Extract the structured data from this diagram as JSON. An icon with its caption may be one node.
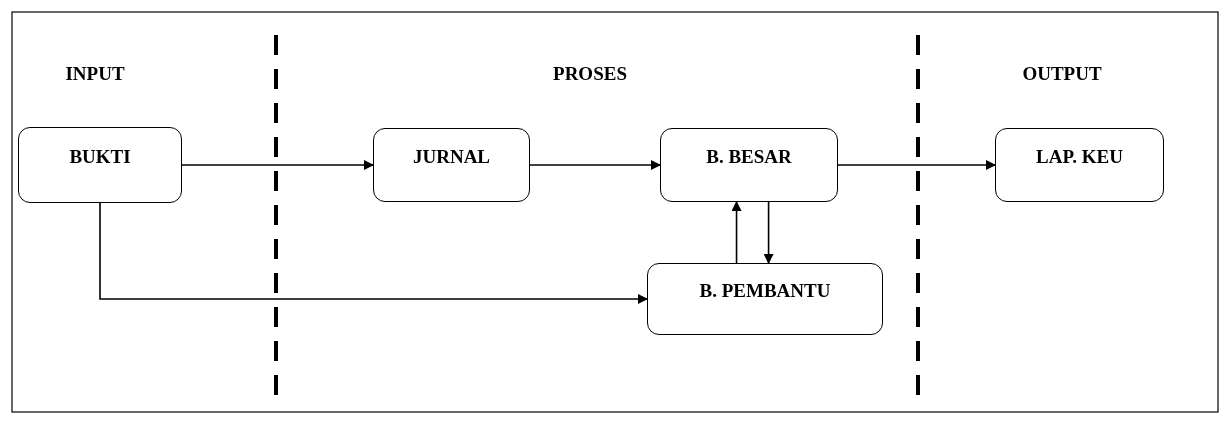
{
  "diagram": {
    "nodes": [
      {
        "text": [
          "BUKTI"
        ]
      },
      {
        "text": [
          "JURNAL"
        ]
      },
      {
        "text": [
          "B. BESAR"
        ]
      },
      {
        "text": [
          "LAP. KEU"
        ]
      },
      {
        "text": [
          "B. PEMBANTU"
        ]
      }
    ],
    "edges": [
      {
        "from": 0,
        "to": 1,
        "arrow": "to"
      },
      {
        "from": 1,
        "to": 2,
        "arrow": "to"
      },
      {
        "from": 2,
        "to": 3,
        "arrow": "to"
      },
      {
        "from": 0,
        "to": 4,
        "arrow": "to"
      },
      {
        "from": 4,
        "to": 2,
        "arrow": "to"
      },
      {
        "from": 2,
        "to": 4,
        "arrow": "to"
      }
    ],
    "labels": [
      "INPUT",
      "PROSES",
      "OUTPUT"
    ]
  }
}
